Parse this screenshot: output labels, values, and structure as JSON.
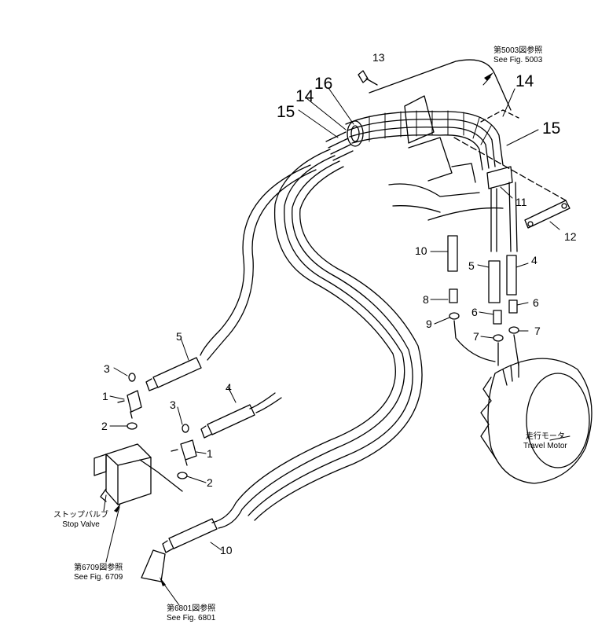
{
  "parts": {
    "p13": "13",
    "p16": "16",
    "p14a": "14",
    "p14b": "14",
    "p15a": "15",
    "p15b": "15",
    "p11": "11",
    "p12": "12",
    "p10a": "10",
    "p5a": "5",
    "p4a": "4",
    "p8": "8",
    "p6a": "6",
    "p6b": "6",
    "p9": "9",
    "p7a": "7",
    "p7b": "7",
    "p5b": "5",
    "p4b": "4",
    "p3a": "3",
    "p1a": "1",
    "p2a": "2",
    "p3b": "3",
    "p1b": "1",
    "p2b": "2",
    "p10b": "10"
  },
  "refs": {
    "fig5003_jp": "第5003図参照",
    "fig5003_en": "See Fig. 5003",
    "fig6709_jp": "第6709図参照",
    "fig6709_en": "See Fig. 6709",
    "fig6801_jp": "第6801図参照",
    "fig6801_en": "See Fig. 6801",
    "stop_valve_jp": "ストップバルブ",
    "stop_valve_en": "Stop Valve",
    "travel_motor_jp": "走行モータ",
    "travel_motor_en": "Travel Motor"
  },
  "colors": {
    "line": "#000000",
    "background": "#ffffff"
  }
}
